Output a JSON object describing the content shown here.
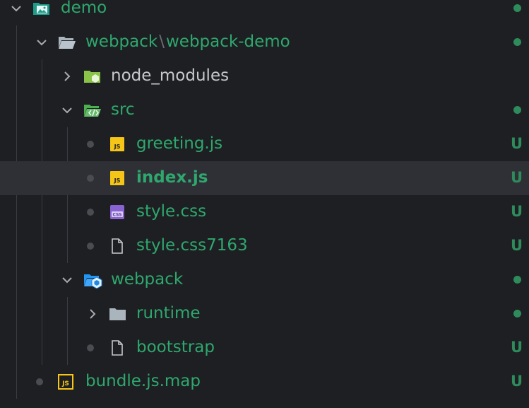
{
  "explorer": {
    "rows": [
      {
        "label": "demo",
        "status": "dot"
      },
      {
        "label_a": "webpack",
        "separator": "\\",
        "label_b": "webpack-demo",
        "status": "dot"
      },
      {
        "label": "node_modules",
        "status": ""
      },
      {
        "label": "src",
        "status": "dot"
      },
      {
        "label": "greeting.js",
        "status": "U"
      },
      {
        "label": "index.js",
        "status": "U"
      },
      {
        "label": "style.css",
        "status": "U"
      },
      {
        "label": "style.css7163",
        "status": "U"
      },
      {
        "label": "webpack",
        "status": "dot"
      },
      {
        "label": "runtime",
        "status": "dot"
      },
      {
        "label": "bootstrap",
        "status": "U"
      },
      {
        "label": "bundle.js.map",
        "status": "U"
      }
    ]
  },
  "colors": {
    "background": "#1e1f22",
    "selected_row": "#2f3036",
    "git_green": "#2e8b5c",
    "label_green": "#2ea86e",
    "label_grey": "#c6c8cc",
    "js_yellow": "#f5c518",
    "css_purple": "#8a63d2"
  },
  "icons": {
    "demo": "image-folder-icon",
    "webpack_demo": "folder-open-icon",
    "node_modules": "node-folder-icon",
    "src": "src-folder-icon",
    "js": "javascript-file-icon",
    "css": "css-file-icon",
    "plain": "generic-file-icon",
    "webpack": "webpack-folder-icon",
    "runtime": "folder-icon",
    "map": "javascript-map-file-icon"
  }
}
